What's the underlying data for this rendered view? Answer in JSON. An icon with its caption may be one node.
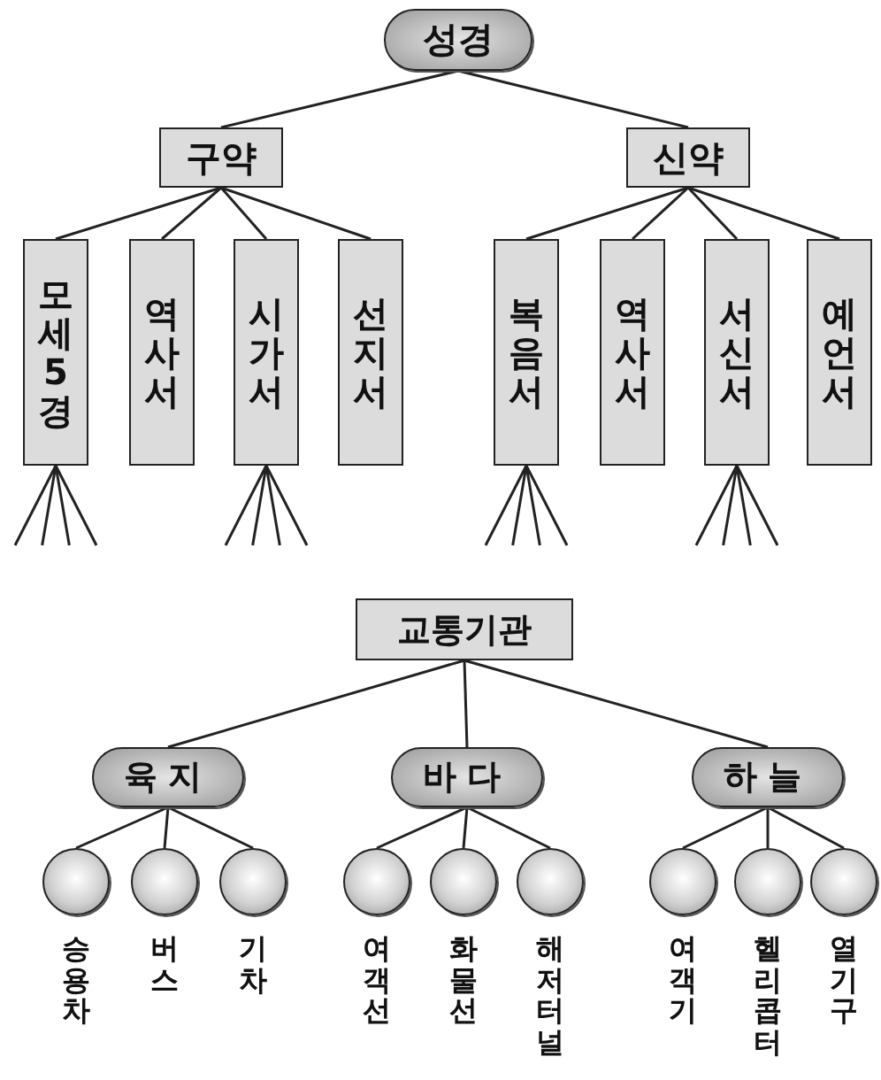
{
  "diagram": {
    "nodes": [
      {
        "text": [
          "성경"
        ]
      },
      {
        "text": [
          "구약"
        ]
      },
      {
        "text": [
          "신약"
        ]
      },
      {
        "text": [
          "모세5경"
        ]
      },
      {
        "text": [
          "역사서"
        ]
      },
      {
        "text": [
          "시가서"
        ]
      },
      {
        "text": [
          "선지서"
        ]
      },
      {
        "text": [
          "복음서"
        ]
      },
      {
        "text": [
          "역사서"
        ]
      },
      {
        "text": [
          "서신서"
        ]
      },
      {
        "text": [
          "예언서"
        ]
      },
      {
        "text": [
          "교통기관"
        ]
      },
      {
        "text": [
          "육지"
        ]
      },
      {
        "text": [
          "바다"
        ]
      },
      {
        "text": [
          "하늘"
        ]
      },
      {
        "text": [],
        "shape": "circle",
        "beside": [
          "승용차"
        ]
      },
      {
        "text": [],
        "shape": "circle",
        "beside": [
          "버스"
        ]
      },
      {
        "text": [],
        "shape": "circle",
        "beside": [
          "기차"
        ]
      },
      {
        "text": [],
        "shape": "circle",
        "beside": [
          "여객선"
        ]
      },
      {
        "text": [],
        "shape": "circle",
        "beside": [
          "화물선"
        ]
      },
      {
        "text": [],
        "shape": "circle",
        "beside": [
          "해저터널"
        ]
      },
      {
        "text": [],
        "shape": "circle",
        "beside": [
          "여객기"
        ]
      },
      {
        "text": [],
        "shape": "circle",
        "beside": [
          "헬리콥터"
        ]
      },
      {
        "text": [],
        "shape": "circle",
        "beside": [
          "열기구"
        ]
      }
    ],
    "edges": [
      {
        "from": 0,
        "to": 1,
        "arrow": "none"
      },
      {
        "from": 0,
        "to": 2,
        "arrow": "none"
      },
      {
        "from": 1,
        "to": 3,
        "arrow": "none"
      },
      {
        "from": 1,
        "to": 4,
        "arrow": "none"
      },
      {
        "from": 1,
        "to": 5,
        "arrow": "none"
      },
      {
        "from": 1,
        "to": 6,
        "arrow": "none"
      },
      {
        "from": 2,
        "to": 7,
        "arrow": "none"
      },
      {
        "from": 2,
        "to": 8,
        "arrow": "none"
      },
      {
        "from": 2,
        "to": 9,
        "arrow": "none"
      },
      {
        "from": 2,
        "to": 10,
        "arrow": "none"
      },
      {
        "from": 3,
        "to": null,
        "arrow": "none"
      },
      {
        "from": 3,
        "to": null,
        "arrow": "none"
      },
      {
        "from": 3,
        "to": null,
        "arrow": "none"
      },
      {
        "from": 3,
        "to": null,
        "arrow": "none"
      },
      {
        "from": 5,
        "to": null,
        "arrow": "none"
      },
      {
        "from": 5,
        "to": null,
        "arrow": "none"
      },
      {
        "from": 5,
        "to": null,
        "arrow": "none"
      },
      {
        "from": 5,
        "to": null,
        "arrow": "none"
      },
      {
        "from": 7,
        "to": null,
        "arrow": "none"
      },
      {
        "from": 7,
        "to": null,
        "arrow": "none"
      },
      {
        "from": 7,
        "to": null,
        "arrow": "none"
      },
      {
        "from": 7,
        "to": null,
        "arrow": "none"
      },
      {
        "from": 9,
        "to": null,
        "arrow": "none"
      },
      {
        "from": 9,
        "to": null,
        "arrow": "none"
      },
      {
        "from": 9,
        "to": null,
        "arrow": "none"
      },
      {
        "from": 9,
        "to": null,
        "arrow": "none"
      },
      {
        "from": 11,
        "to": 12,
        "arrow": "none"
      },
      {
        "from": 11,
        "to": 13,
        "arrow": "none"
      },
      {
        "from": 11,
        "to": 14,
        "arrow": "none"
      },
      {
        "from": 12,
        "to": 15,
        "arrow": "none"
      },
      {
        "from": 12,
        "to": 16,
        "arrow": "none"
      },
      {
        "from": 12,
        "to": 17,
        "arrow": "none"
      },
      {
        "from": 13,
        "to": 18,
        "arrow": "none"
      },
      {
        "from": 13,
        "to": 19,
        "arrow": "none"
      },
      {
        "from": 13,
        "to": 20,
        "arrow": "none"
      },
      {
        "from": 14,
        "to": 21,
        "arrow": "none"
      },
      {
        "from": 14,
        "to": 22,
        "arrow": "none"
      },
      {
        "from": 14,
        "to": 23,
        "arrow": "none"
      }
    ]
  }
}
